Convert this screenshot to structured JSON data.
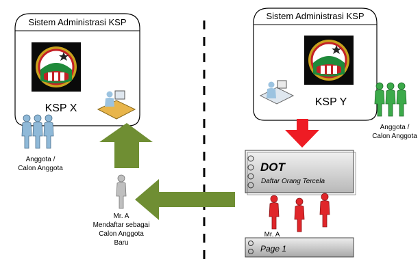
{
  "left_system": {
    "header": "Sistem Administrasi KSP",
    "name": "KSP X",
    "members_label": [
      "Anggota /",
      "Calon Anggota"
    ]
  },
  "right_system": {
    "header": "Sistem Administrasi KSP",
    "name": "KSP Y",
    "members_label": [
      "Anggota /",
      "Calon Anggota"
    ]
  },
  "dot_book": {
    "title": "DOT",
    "subtitle": "Daftar Orang Tercela"
  },
  "page_book": {
    "title": "Page 1"
  },
  "person_right_label": "Mr. A",
  "person_left_label": [
    "Mr. A",
    "Mendaftar sebagai",
    "Calon Anggota",
    "Baru"
  ],
  "colors": {
    "member_blue": "#8fb9d8",
    "member_green": "#3caa4a",
    "member_red": "#e0262a",
    "person_gray": "#bfbfbf",
    "arrow_green": "#6f8e33",
    "arrow_red": "#ee1c24"
  }
}
